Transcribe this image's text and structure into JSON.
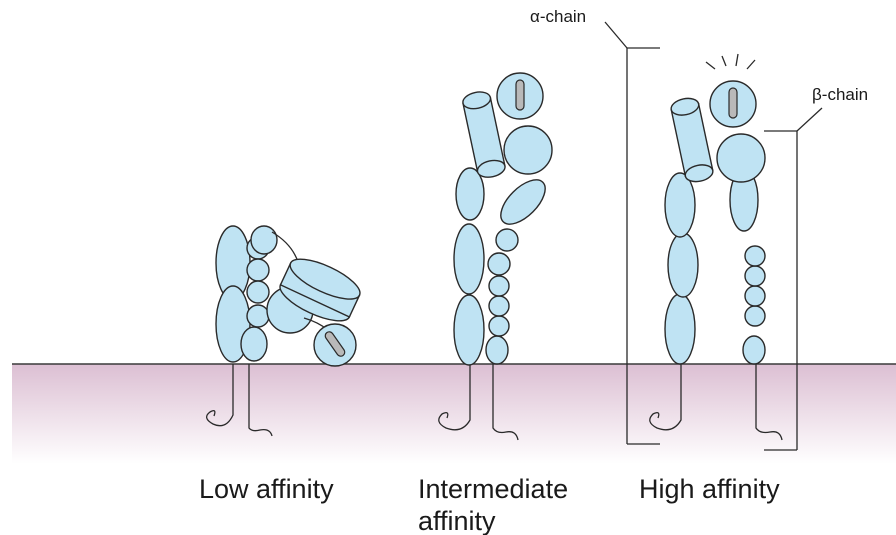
{
  "labels": {
    "alpha_chain": "α-chain",
    "beta_chain": "β-chain"
  },
  "captions": {
    "low": "Low affinity",
    "intermediate_line1": "Intermediate",
    "intermediate_line2": "affinity",
    "high": "High affinity"
  },
  "colors": {
    "domain_fill": "#bfe3f3",
    "membrane_top": "#dcbfd3",
    "membrane_bottom": "#ffffff",
    "outline": "#2a2a2a",
    "metal_site": "#b9b9b9"
  }
}
